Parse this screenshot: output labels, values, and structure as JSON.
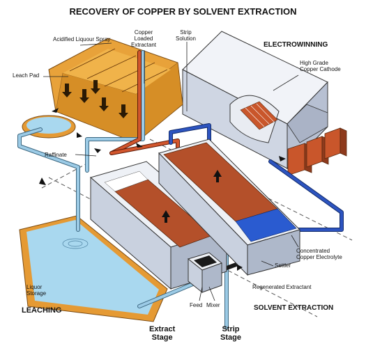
{
  "title": "RECOVERY OF COPPER BY SOLVENT EXTRACTION",
  "sections": {
    "electrowinning": "ELECTROWINNING",
    "leaching": "LEACHING",
    "solvent_extraction": "SOLVENT EXTRACTION",
    "extract_stage": [
      "Extract",
      "Stage"
    ],
    "strip_stage": [
      "Strip",
      "Stage"
    ]
  },
  "labels": {
    "acidified_spray": "Acidified Liquour Spray",
    "copper_loaded_extractant": [
      "Copper",
      "Loaded",
      "Extractant"
    ],
    "strip_solution": [
      "Strip",
      "Solution"
    ],
    "leach_pad": "Leach Pad",
    "high_grade_cathode": [
      "High Grade",
      "Copper Cathode"
    ],
    "raffinate": "Raffinate",
    "concentrated_electrolyte": [
      "Concentrated",
      "Copper Electrolyte"
    ],
    "settler": "Settler",
    "regenerated_extractant": "Regenerated Extractant",
    "liquor_storage": [
      "Liquor",
      "Storage"
    ],
    "feed": "Feed",
    "mixer": "Mixer"
  },
  "colors": {
    "leach_pad": "#e8a23a",
    "liquor_pond": "#a9d8ef",
    "pond_rim": "#e59a34",
    "tank_wall": "#c9d1df",
    "copper_layer": "#b4502a",
    "strip_liquid": "#2a5bd0",
    "pipe_light_blue": "#9ccbe6",
    "pipe_dark_blue": "#2d54c0",
    "pipe_orange": "#d2562d",
    "pipe_black": "#1a1a1a",
    "building": "#dfe4ee",
    "cathode": "#c9562b"
  }
}
